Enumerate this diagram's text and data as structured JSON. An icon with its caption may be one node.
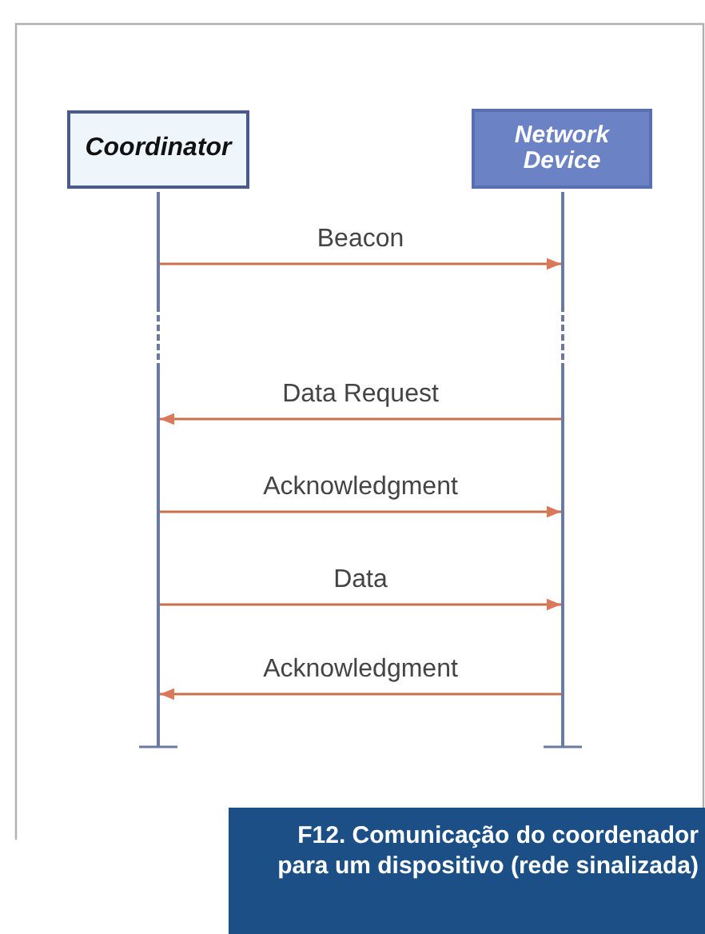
{
  "diagram": {
    "caption": "F12. Comunicação do coordenador para um dispositivo (rede sinalizada)",
    "nodes": [
      {
        "text": [
          "Coordinator"
        ]
      },
      {
        "text": [
          "Network Device"
        ]
      },
      {
        "text": [],
        "shape": "bar"
      },
      {
        "text": [],
        "shape": "bar"
      }
    ],
    "edges": [
      {
        "from": 2,
        "to": 3,
        "arrow": "to",
        "label": "Beacon"
      },
      {
        "from": 3,
        "to": 2,
        "arrow": "to",
        "label": "Data Request"
      },
      {
        "from": 2,
        "to": 3,
        "arrow": "to",
        "label": "Acknowledgment"
      },
      {
        "from": 2,
        "to": 3,
        "arrow": "to",
        "label": "Data"
      },
      {
        "from": 3,
        "to": 2,
        "arrow": "to",
        "label": "Acknowledgment"
      }
    ]
  }
}
